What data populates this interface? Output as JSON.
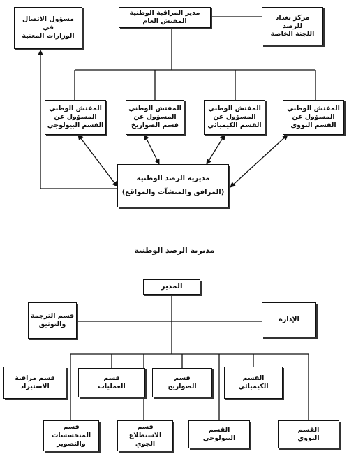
{
  "top_chart": {
    "head": [
      "مدير المراقبة الوطنية",
      "المفتش العام"
    ],
    "baghdad_center": [
      "مركز بغداد",
      "للرصد",
      "اللجنة الخاصة"
    ],
    "liaison": [
      "مسؤول الاتصال",
      "في",
      "الوزارات المعنية"
    ],
    "inspectors": [
      [
        "المفتش الوطني",
        "المسؤول عن",
        "القسم النووي"
      ],
      [
        "المفتش الوطني",
        "المسؤول عن",
        "القسم الكيميائي"
      ],
      [
        "المفتش الوطني",
        "المسؤول عن",
        "قسم الصواريخ"
      ],
      [
        "المفتش الوطني",
        "المسؤول عن",
        "القسم البيولوجي"
      ]
    ],
    "directorate": [
      "مديرية الرصد الوطنية",
      "(المرافق والمنشآت والمواقع)"
    ]
  },
  "caption": "مديرية الرصد الوطنية",
  "bottom_chart": {
    "director": [
      "المدير"
    ],
    "admin": [
      "الإدارة"
    ],
    "translation": [
      "قسم الترجمة",
      "والتوثيق"
    ],
    "row1": [
      [
        "القسم",
        "الكيميائي"
      ],
      [
        "قسم",
        "الصواريخ"
      ],
      [
        "قسم",
        "العمليات"
      ],
      [
        "قسم مراقبة",
        "الاستيراد"
      ]
    ],
    "row2": [
      [
        "القسم",
        "النووي"
      ],
      [
        "القسم",
        "البيولوجي"
      ],
      [
        "قسم",
        "الاستطلاع",
        "الجوي"
      ],
      [
        "قسم",
        "المتحسسات",
        "والتصوير"
      ]
    ]
  }
}
